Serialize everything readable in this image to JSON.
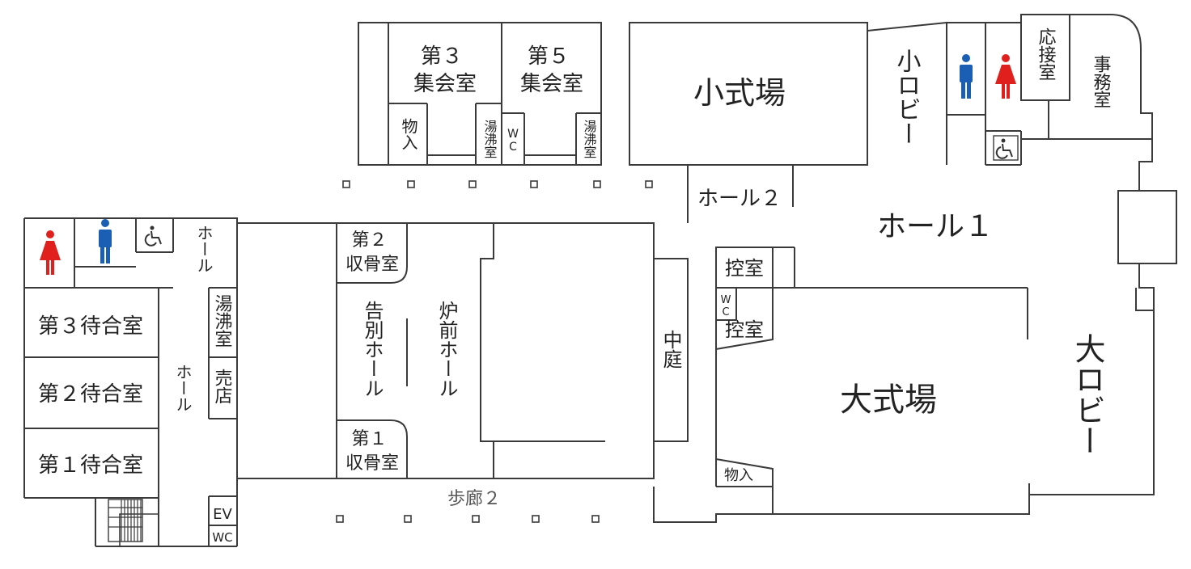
{
  "rooms": {
    "meeting3": "第３\n集会室",
    "meeting5": "第５\n集会室",
    "storage_top": "物入",
    "kettle_top_left": "湯沸室",
    "wc_top": "WC",
    "kettle_top_right": "湯沸室",
    "small_ceremony": "小式場",
    "small_lobby": "小ロビー",
    "hall2": "ホール２",
    "hall1": "ホール１",
    "reception": "応接室",
    "office": "事務室",
    "waiting3": "第３待合室",
    "waiting2": "第２待合室",
    "waiting1": "第１待合室",
    "hall_left_top": "ホール",
    "hall_left": "ホール",
    "kettle_left": "湯沸室",
    "shop": "売店",
    "ev": "EV",
    "wc_left": "WC",
    "ossuary2": "第２\n収骨室",
    "ossuary1": "第１\n収骨室",
    "farewell_hall": "告別ホール",
    "furnace_hall": "炉前ホール",
    "courtyard": "中庭",
    "waiting_room_a": "控室",
    "wc_mid": "WC",
    "waiting_room_b": "控室",
    "large_ceremony": "大式場",
    "storage_mid": "物入",
    "large_lobby": "大ロビー",
    "corridor2": "歩廊２"
  },
  "icons": {
    "male_color": "#1a5fb4",
    "female_color": "#e0201c",
    "male_icon": "male-restroom-icon",
    "female_icon": "female-restroom-icon",
    "accessible_icon": "wheelchair-icon"
  }
}
